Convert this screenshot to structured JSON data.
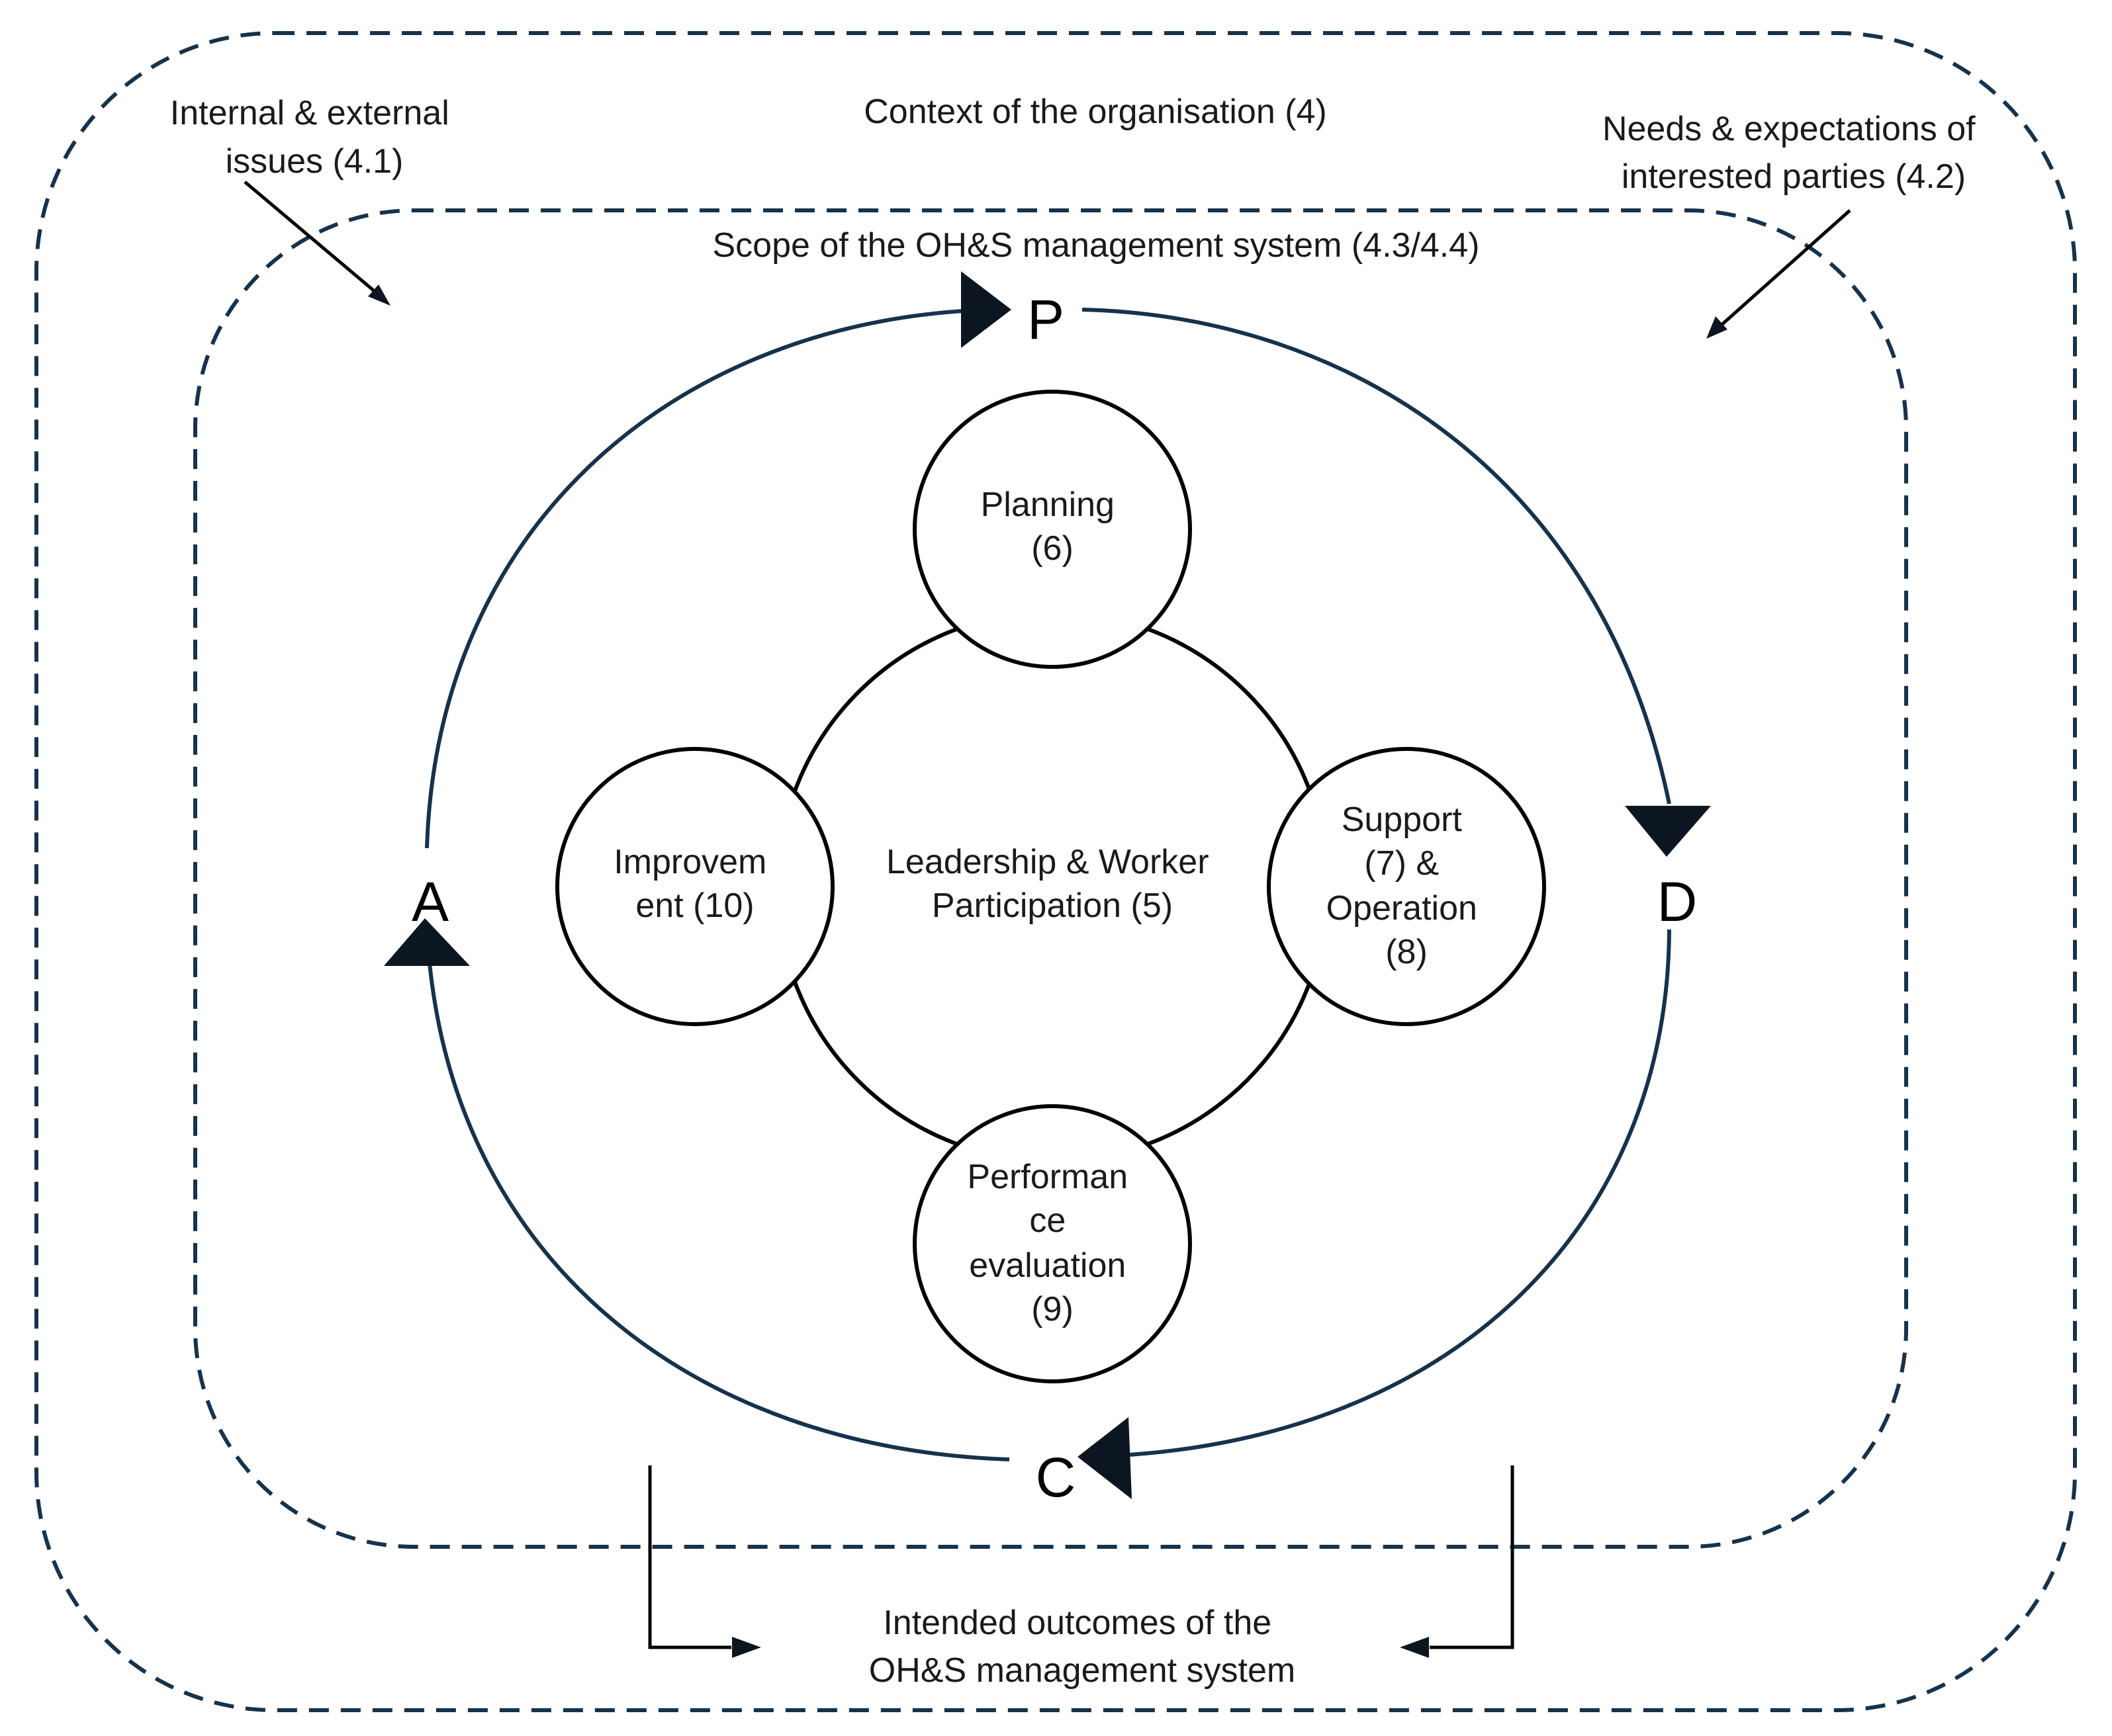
{
  "context": {
    "title": "Context of the organisation (4)",
    "issues": [
      "Internal & external",
      "issues (4.1)"
    ],
    "parties": [
      "Needs & expectations of",
      "interested parties (4.2)"
    ]
  },
  "scope": {
    "title": "Scope of the OH&S management system (4.3/4.4)"
  },
  "cycle": {
    "plan": "P",
    "do": "D",
    "check": "C",
    "act": "A"
  },
  "nodes": {
    "center": [
      "Leadership & Worker",
      "Participation (5)"
    ],
    "planning": [
      "Planning",
      "(6)"
    ],
    "support": [
      "Support",
      "(7) &",
      "Operation",
      "(8)"
    ],
    "performance": [
      "Performan",
      "ce",
      "evaluation",
      "(9)"
    ],
    "improvement": [
      "Improvem",
      "ent (10)"
    ]
  },
  "outcomes": [
    "Intended outcomes of the",
    "OH&S management system"
  ],
  "colors": {
    "frame": "#17324a",
    "arrowhead": "#0b1620",
    "text": "#1a1a1a"
  }
}
